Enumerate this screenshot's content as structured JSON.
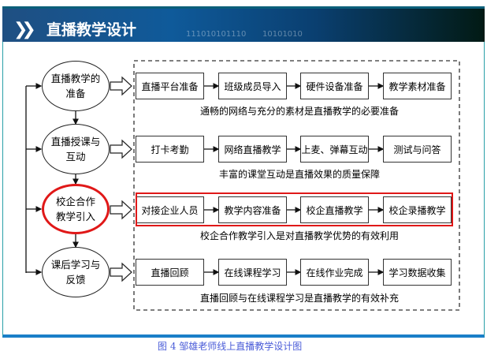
{
  "header": {
    "title": "直播教学设计",
    "binary": [
      "111010101110",
      "10101010"
    ]
  },
  "stages": [
    {
      "label": "直播教学的准备",
      "steps": [
        "直播平台准备",
        "班级成员导入",
        "硬件设备准备",
        "教学素材准备"
      ],
      "caption": "通畅的网络与充分的素材是直播教学的必要准备",
      "highlight": false
    },
    {
      "label": "直播授课与互动",
      "steps": [
        "打卡考勤",
        "网络直播教学",
        "上麦、弹幕互动",
        "测试与问答"
      ],
      "caption": "丰富的课堂互动是直播效果的质量保障",
      "highlight": false
    },
    {
      "label": "校企合作教学引入",
      "steps": [
        "对接企业人员",
        "教学内容准备",
        "校企直播教学",
        "校企录播教学"
      ],
      "caption": "校企合作教学引入是对直播教学优势的有效利用",
      "highlight": true
    },
    {
      "label": "课后学习与反馈",
      "steps": [
        "直播回顾",
        "在线课程学习",
        "在线作业完成",
        "学习数据收集"
      ],
      "caption": "直播回顾与在线课程学习是直播教学的有效补充",
      "highlight": false
    }
  ],
  "figure_caption": "图 4 邹雄老师线上直播教学设计图",
  "colors": {
    "highlight": "#e01818",
    "caption": "#4a5cd8"
  }
}
